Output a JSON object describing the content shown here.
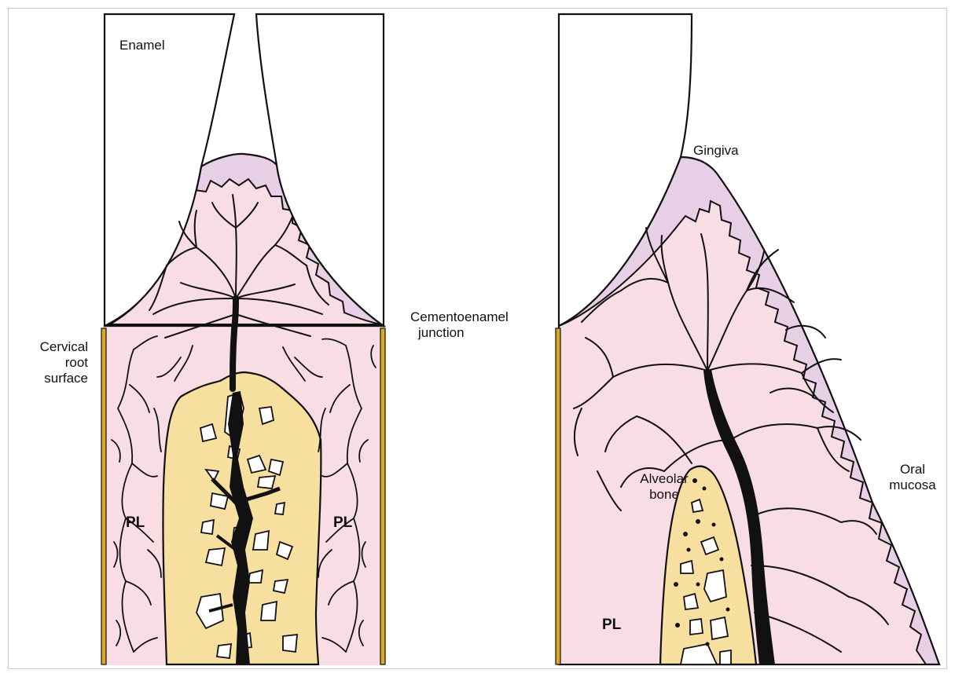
{
  "labels": {
    "enamel": "Enamel",
    "gingiva": "Gingiva",
    "cementoenamel_junction": [
      "Cementoenamel",
      "junction"
    ],
    "cervical_root_surface": [
      "Cervical",
      "root",
      "surface"
    ],
    "pl_left_1": "PL",
    "pl_left_2": "PL",
    "pl_right": "PL",
    "alveolar_bone": [
      "Alveolar",
      "bone"
    ],
    "oral_mucosa": [
      "Oral",
      "mucosa"
    ]
  },
  "colors": {
    "gingiva": "#e7cfe6",
    "connective_tissue": "#f8dde4",
    "bone": "#f7dfa0",
    "cementum": "#d9a825",
    "enamel": "#ffffff",
    "vessel": "#111111",
    "outline": "#111111"
  }
}
